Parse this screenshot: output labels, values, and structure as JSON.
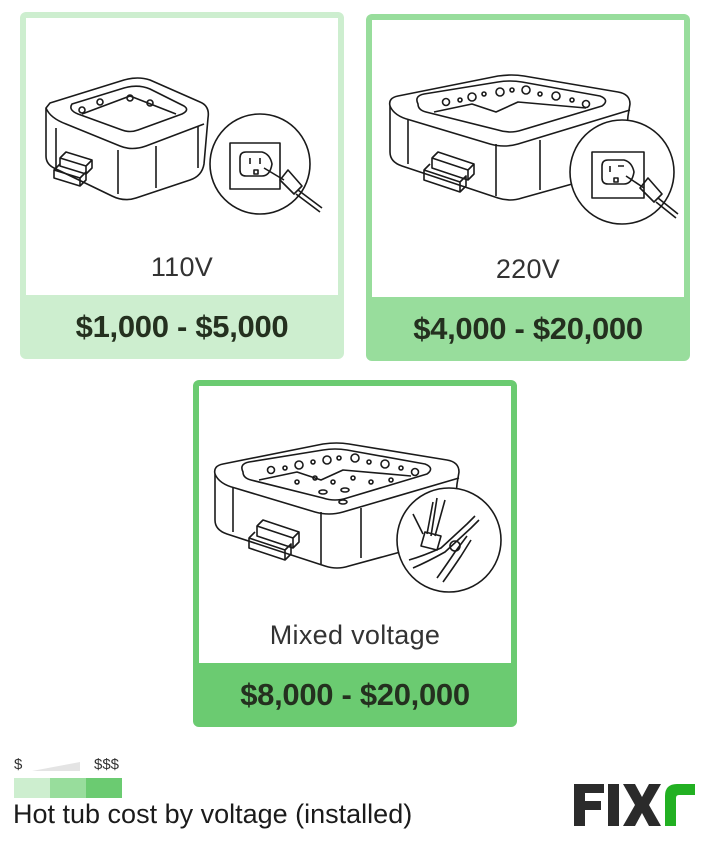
{
  "cards": [
    {
      "voltage": "110V",
      "price": "$1,000 - $5,000",
      "icon": "outlet-plug-icon",
      "tier_color": "#cdeecf"
    },
    {
      "voltage": "220V",
      "price": "$4,000 - $20,000",
      "icon": "outlet-plug-icon",
      "tier_color": "#98dd9c"
    },
    {
      "voltage": "Mixed voltage",
      "price": "$8,000 - $20,000",
      "icon": "wire-pliers-icon",
      "tier_color": "#6bcb71"
    }
  ],
  "legend": {
    "low_label": "$",
    "high_label": "$$$",
    "colors": [
      "#cdeecf",
      "#98dd9c",
      "#6bcb71"
    ]
  },
  "caption": "Hot tub cost by voltage (installed)",
  "brand": {
    "logo_text": "FIXr",
    "accent_color": "#22b022",
    "text_color": "#2b2b2b"
  }
}
